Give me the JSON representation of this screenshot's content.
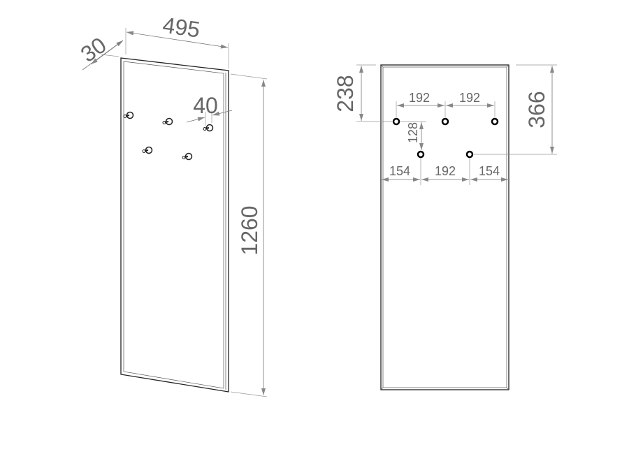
{
  "colors": {
    "line": "#222222",
    "dimension": "#777777",
    "text": "#666666"
  },
  "left_view": {
    "width_label": "495",
    "depth_label": "30",
    "height_label": "1260",
    "hook_offset_label": "40",
    "hook_count": 5
  },
  "right_view": {
    "top_to_row1_label": "238",
    "top_to_row2_label": "366",
    "row1_spacing_labels": [
      "192",
      "192"
    ],
    "row_gap_label": "128",
    "row2_spacing_labels": [
      "154",
      "192",
      "154"
    ],
    "hole_count": 5
  }
}
